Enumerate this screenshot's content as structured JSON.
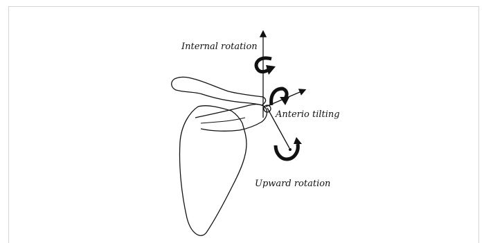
{
  "figure": {
    "labels": {
      "internal_rotation": "Internal rotation",
      "anterior_tilting": "Anterio tilting",
      "upward_rotation": "Upward rotation"
    },
    "colors": {
      "line": "#111111",
      "frame": "#d4d4d4",
      "background": "#ffffff"
    }
  }
}
